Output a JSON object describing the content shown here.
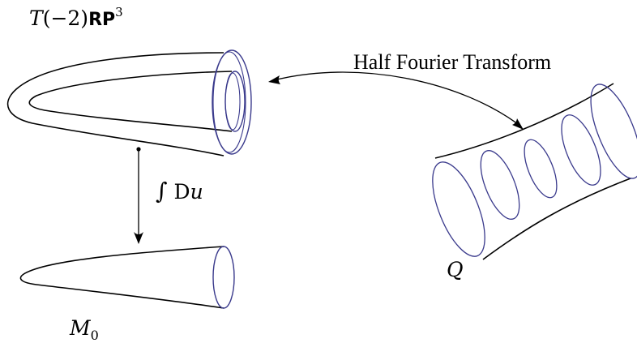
{
  "labels": {
    "top_space": {
      "T": "T",
      "arg": "(−2)",
      "space": "RP",
      "exp": "3"
    },
    "bottom_space": {
      "M": "M",
      "sub": "0"
    },
    "right_space": "Q",
    "transform": "Half Fourier Transform",
    "integral": {
      "sign": "∫",
      "measure": "D",
      "var": "u"
    }
  },
  "colors": {
    "ring": "#3a3a8c",
    "outline": "#000000",
    "background": "#ffffff"
  }
}
